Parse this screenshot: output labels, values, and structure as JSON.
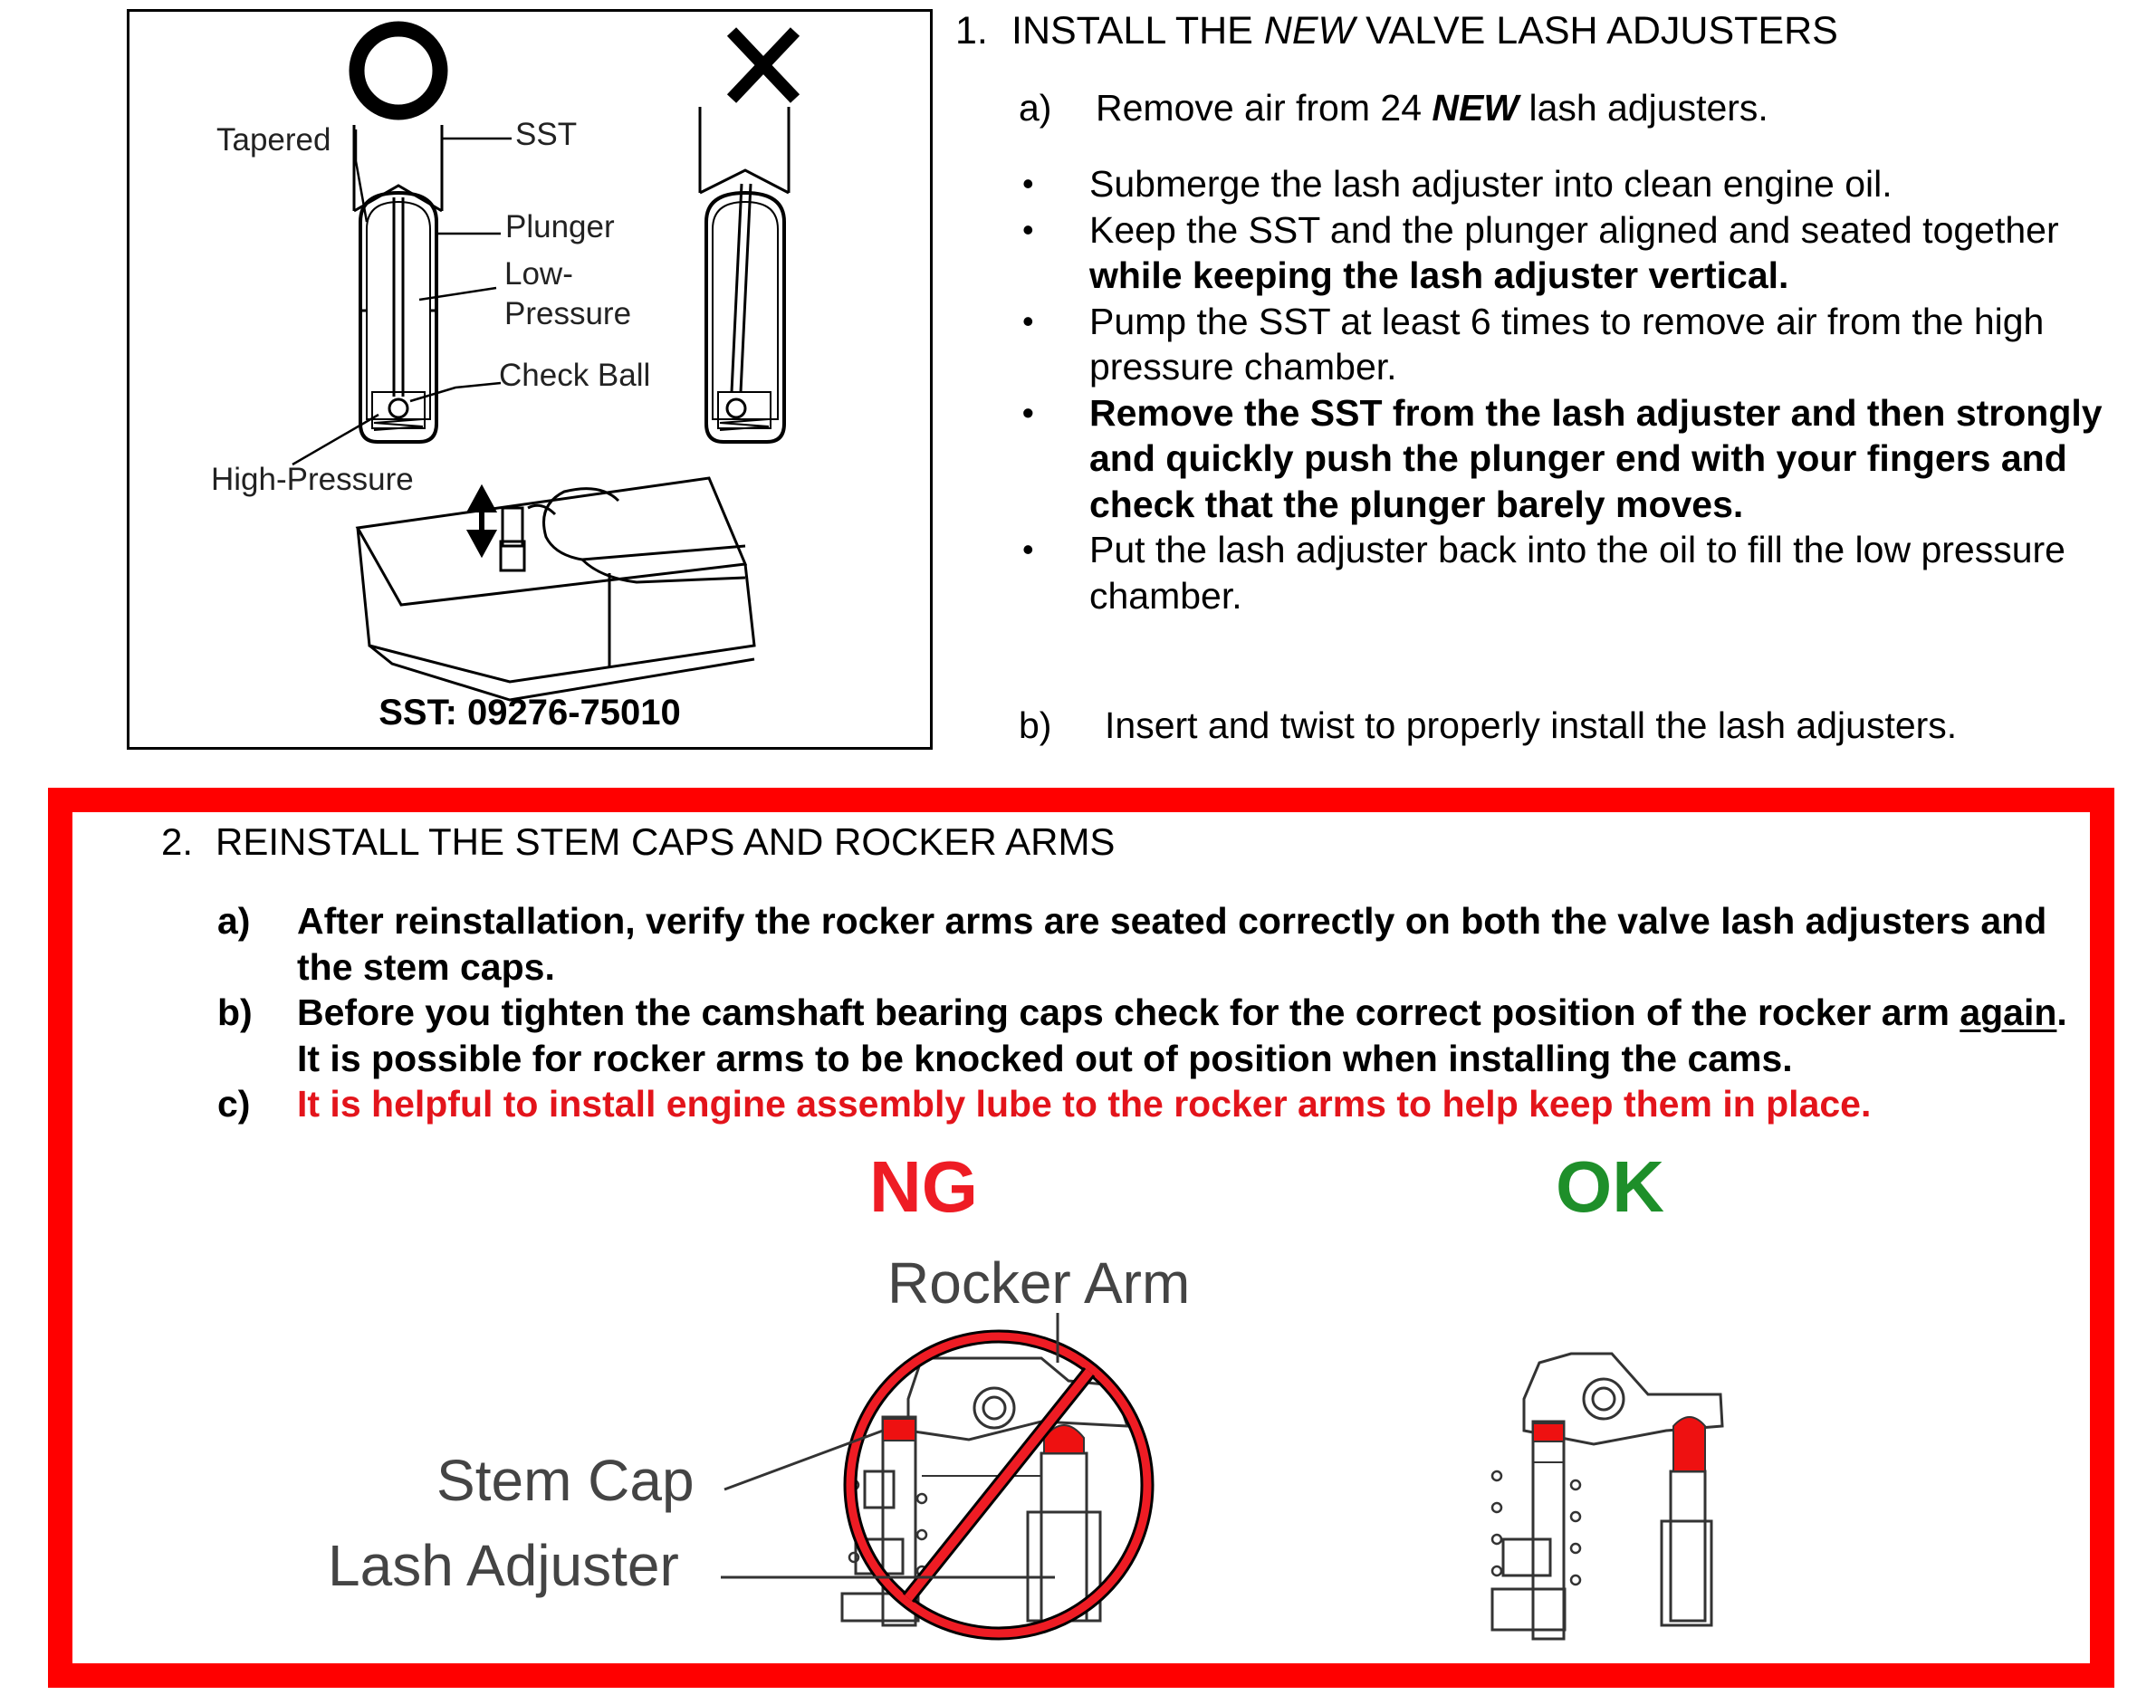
{
  "figure1": {
    "labels": {
      "tapered": "Tapered",
      "sst": "SST",
      "plunger": "Plunger",
      "low": "Low-",
      "pressure": "Pressure",
      "check_ball": "Check Ball",
      "high_pressure": "High-Pressure"
    },
    "caption": "SST: 09276-75010",
    "correct_symbol": "circle",
    "incorrect_symbol": "cross"
  },
  "section1": {
    "number": "1.",
    "heading_pre": "INSTALL THE ",
    "heading_em": "NEW",
    "heading_post": " VALVE LASH ADJUSTERS",
    "a": {
      "label": "a)",
      "pre": "Remove air from 24 ",
      "em": "NEW",
      "post": " lash adjusters."
    },
    "bullets": {
      "b1": "Submerge the lash adjuster into clean engine oil.",
      "b2_plain": "Keep the SST and the plunger aligned and seated together ",
      "b2_bold": "while keeping the lash adjuster vertical.",
      "b3": "Pump the SST at least 6 times to remove air from the high pressure chamber.",
      "b4": "Remove the SST from the lash adjuster and then strongly and quickly push the plunger end with your fingers and check that the plunger barely moves.",
      "b5": "Put the lash adjuster back into the oil to fill the low pressure chamber."
    },
    "b": {
      "label": "b)",
      "text": "Insert and twist to properly install the lash adjusters."
    }
  },
  "section2": {
    "number": "2.",
    "heading": "REINSTALL THE STEM CAPS AND ROCKER ARMS",
    "a": {
      "label": "a)",
      "text": "After reinstallation, verify the rocker arms are seated correctly on both the valve lash adjusters and the stem caps."
    },
    "b": {
      "label": "b)",
      "pre": "Before you tighten the camshaft bearing caps check for the correct position of the rocker arm ",
      "underlined": "again",
      "post": ".  It is possible for rocker arms to be knocked out of position when installing the cams."
    },
    "c": {
      "label": "c)",
      "text": "It is helpful to install engine assembly lube to the rocker arms to help keep them in place."
    },
    "ng": "NG",
    "ok": "OK",
    "rocker_arm": "Rocker Arm",
    "stem_cap": "Stem Cap",
    "lash_adjuster": "Lash Adjuster"
  },
  "colors": {
    "frame_red": "#ff0000",
    "warning_red": "#e3141b",
    "ok_green": "#1e8f2a",
    "part_red": "#ee1111"
  }
}
